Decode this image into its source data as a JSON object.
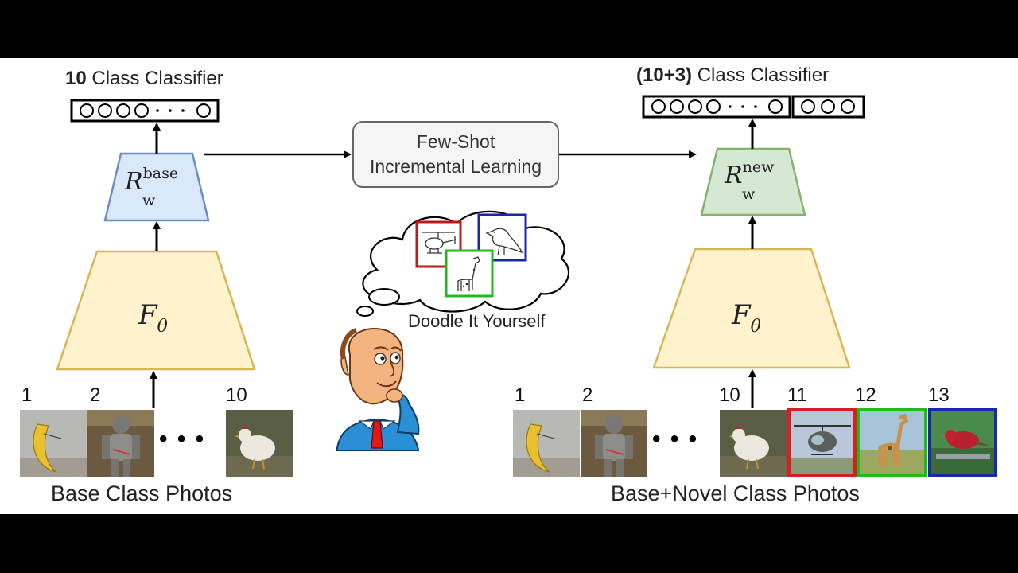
{
  "left": {
    "classifier_title_bold": "10",
    "classifier_title_rest": " Class Classifier",
    "head_label": "R",
    "head_sup": "base",
    "head_sub": "w",
    "backbone_label": "F",
    "backbone_sub": "θ",
    "photo_numbers": [
      "1",
      "2",
      "10"
    ],
    "photos_caption": "Base Class Photos"
  },
  "right": {
    "classifier_title_bold": "(10+3)",
    "classifier_title_rest": " Class Classifier",
    "head_label": "R",
    "head_sup": "new",
    "head_sub": "w",
    "backbone_label": "F",
    "backbone_sub": "θ",
    "photo_numbers": [
      "1",
      "2",
      "10",
      "11",
      "12",
      "13"
    ],
    "photos_caption": "Base+Novel Class Photos"
  },
  "center": {
    "process_line1": "Few-Shot",
    "process_line2": "Incremental Learning",
    "thought_caption": "Doodle It Yourself"
  },
  "ellipsis": "• • •",
  "colors": {
    "head_base_fill": "#dae8fc",
    "head_base_stroke": "#6c8ebf",
    "head_new_fill": "#d5e8d4",
    "head_new_stroke": "#82b366",
    "backbone_fill": "#fff2cc",
    "backbone_stroke": "#d6b656",
    "box_fill": "#f5f5f5",
    "novel_frames": [
      "#d42020",
      "#1fba1f",
      "#1828a8"
    ]
  },
  "icons": {
    "photos": [
      "banana-photo",
      "armor-photo",
      "hen-photo",
      "helicopter-photo",
      "giraffe-photo",
      "bird-photo"
    ],
    "doodles": [
      "helicopter-doodle",
      "bird-doodle",
      "giraffe-doodle"
    ],
    "person": "thinking-man-icon"
  }
}
